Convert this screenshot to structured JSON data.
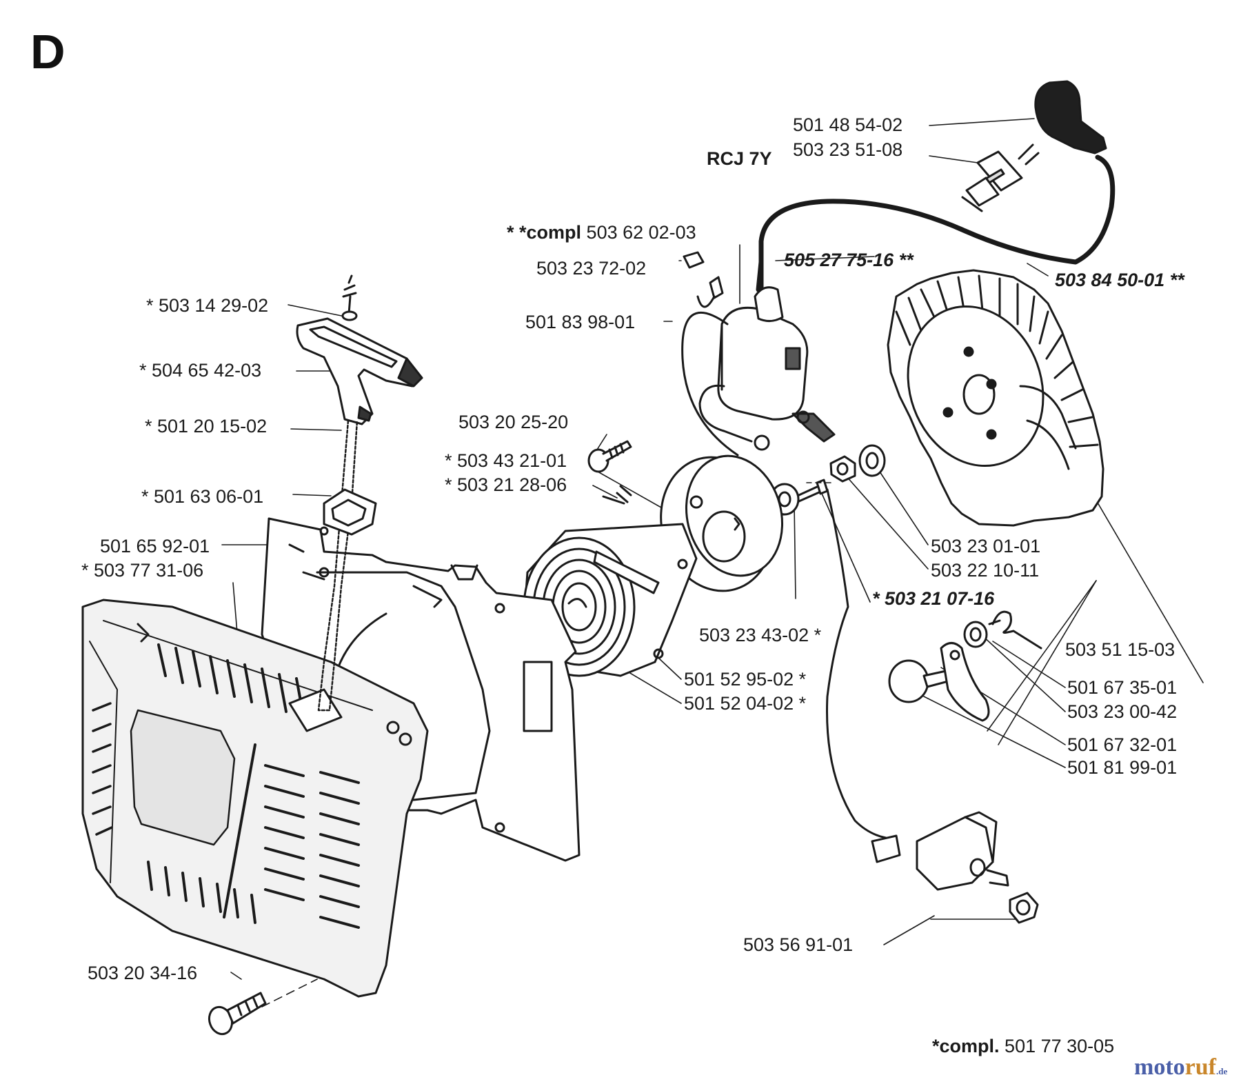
{
  "section_letter": "D",
  "labels": [
    {
      "id": "l01",
      "text": "501 48 54-02"
    },
    {
      "id": "l02",
      "text": "503 23 51-08"
    },
    {
      "id": "l03",
      "text": "RCJ 7Y"
    },
    {
      "id": "l04",
      "prefix": "* *compl",
      "text": "503 62 02-03"
    },
    {
      "id": "l05",
      "text": "503 23 72-02"
    },
    {
      "id": "l06",
      "text": "505 27 75-16 **"
    },
    {
      "id": "l07",
      "text": "503 84 50-01 **"
    },
    {
      "id": "l08",
      "text": "501 83 98-01"
    },
    {
      "id": "l09",
      "text": "* 503 14 29-02"
    },
    {
      "id": "l10",
      "text": "* 504 65 42-03"
    },
    {
      "id": "l11",
      "text": "* 501 20 15-02"
    },
    {
      "id": "l12",
      "text": "503 20 25-20"
    },
    {
      "id": "l13",
      "text": "* 503 43 21-01"
    },
    {
      "id": "l14",
      "text": "* 503 21 28-06"
    },
    {
      "id": "l15",
      "text": "* 501 63 06-01"
    },
    {
      "id": "l16",
      "text": "501 65 92-01"
    },
    {
      "id": "l17",
      "text": "* 503 77 31-06"
    },
    {
      "id": "l18",
      "text": "503 23 01-01"
    },
    {
      "id": "l19",
      "text": "503 22 10-11"
    },
    {
      "id": "l20",
      "text": "* 503 21 07-16"
    },
    {
      "id": "l21",
      "text": "503 23 43-02 *"
    },
    {
      "id": "l22",
      "text": "503 51 15-03"
    },
    {
      "id": "l23",
      "text": "501 52 95-02 *"
    },
    {
      "id": "l24",
      "text": "501 52 04-02 *"
    },
    {
      "id": "l25",
      "text": "501 67 35-01"
    },
    {
      "id": "l26",
      "text": "503 23 00-42"
    },
    {
      "id": "l27",
      "text": "501 67 32-01"
    },
    {
      "id": "l28",
      "text": "501 81 99-01"
    },
    {
      "id": "l29",
      "text": "503 56 91-01"
    },
    {
      "id": "l30",
      "text": "503 20 34-16"
    },
    {
      "id": "l31",
      "prefix": "*compl.",
      "text": "501 77 30-05"
    }
  ],
  "brand": {
    "part1": "moto",
    "part2": "ruf",
    "suffix": ".de"
  }
}
